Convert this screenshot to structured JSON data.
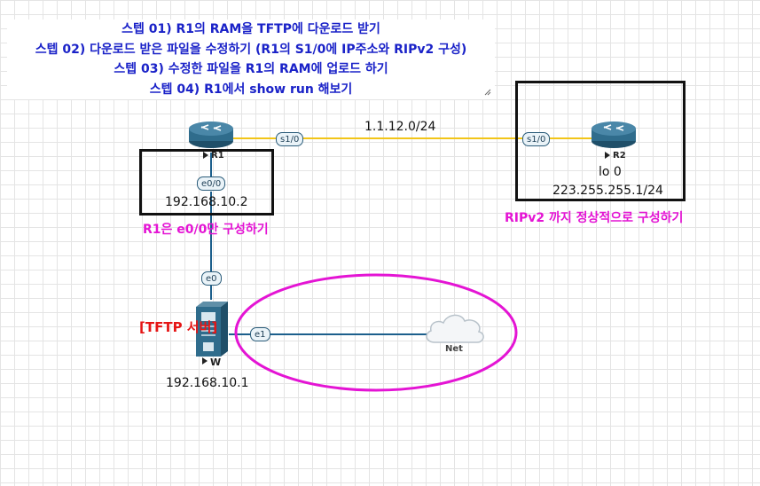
{
  "steps": [
    "스텝 01) R1의 RAM을 TFTP에 다운로드 받기",
    "스텝 02) 다운로드 받은 파일을 수정하기 (R1의 S1/0에 IP주소와 RIPv2 구성)",
    "스텝 03) 수정한 파일을 R1의 RAM에 업로드 하기",
    "스텝 04) R1에서 show run 해보기"
  ],
  "nodes": {
    "r1": {
      "name": "R1",
      "e_iface": "e0/0",
      "ip": "192.168.10.2",
      "s_iface": "s1/0"
    },
    "r2": {
      "name": "R2",
      "s_iface": "s1/0",
      "lo_name": "lo 0",
      "lo_ip": "223.255.255.1/24"
    },
    "server": {
      "name": "W",
      "label": "[TFTP 서버]",
      "e0": "e0",
      "e1": "e1",
      "ip": "192.168.10.1"
    },
    "cloud": {
      "name": "Net"
    }
  },
  "links": {
    "serial_network": "1.1.12.0/24"
  },
  "annotations": {
    "r1_note": "R1은 e0/0만 구성하기",
    "r2_note": "RIPv2 까지 정상적으로 구성하기"
  },
  "colors": {
    "serial_link": "#f2c519",
    "ethernet_link": "#1c5f8c",
    "annotation": "#e414d4",
    "steps_text": "#1a22c8",
    "server_label": "#e51515",
    "router_body": "#2f6c8c"
  },
  "icons": [
    "router-icon",
    "server-icon",
    "cloud-icon",
    "play-icon",
    "resize-grip-icon"
  ]
}
